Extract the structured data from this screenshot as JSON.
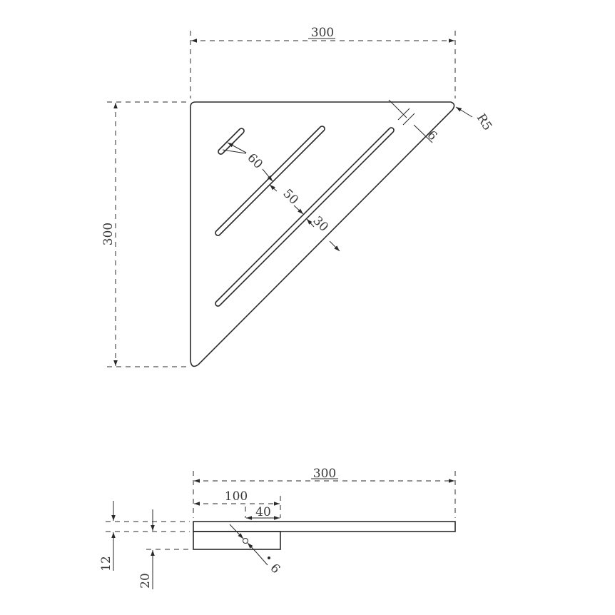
{
  "top_view": {
    "dim_width": "300",
    "dim_height": "300",
    "dim_radius": "R5",
    "dim_slot_width": "6",
    "dim_slot_gap_1": "60",
    "dim_slot_gap_2": "50",
    "dim_slot_gap_3": "30"
  },
  "side_view": {
    "dim_length": "300",
    "dim_bracket": "100",
    "dim_hole_offset": "40",
    "dim_thickness": "12",
    "dim_height": "20",
    "dim_hole_dia": "6"
  }
}
